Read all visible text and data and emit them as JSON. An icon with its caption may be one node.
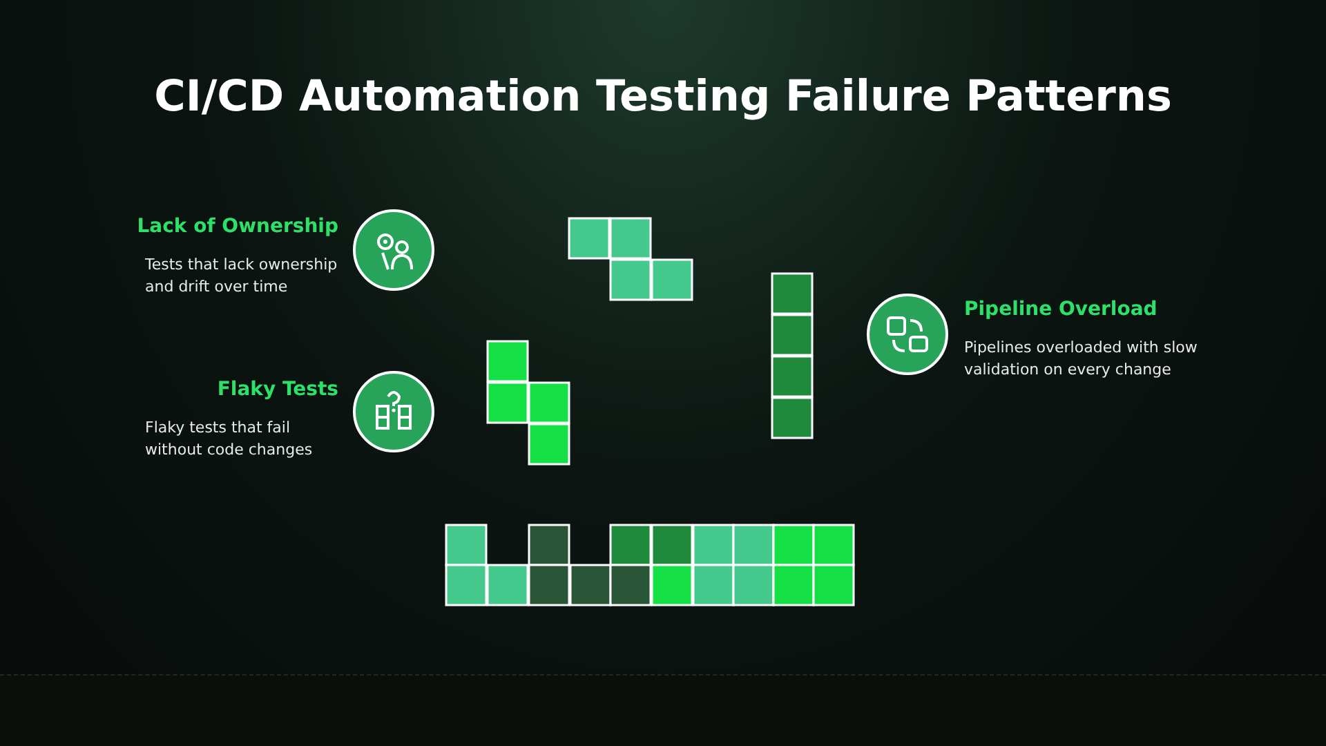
{
  "diagram": {
    "title": "CI/CD Automation Testing Failure Patterns",
    "nodes": [
      {
        "text": [
          "Lack of Ownership",
          "Tests that lack ownership and drift over time"
        ]
      },
      {
        "text": [
          "Flaky Tests",
          "Flaky tests that fail without code changes"
        ]
      },
      {
        "text": [
          "Pipeline Overload",
          "Pipelines overloaded with slow validation on every change"
        ]
      }
    ],
    "edges": []
  }
}
